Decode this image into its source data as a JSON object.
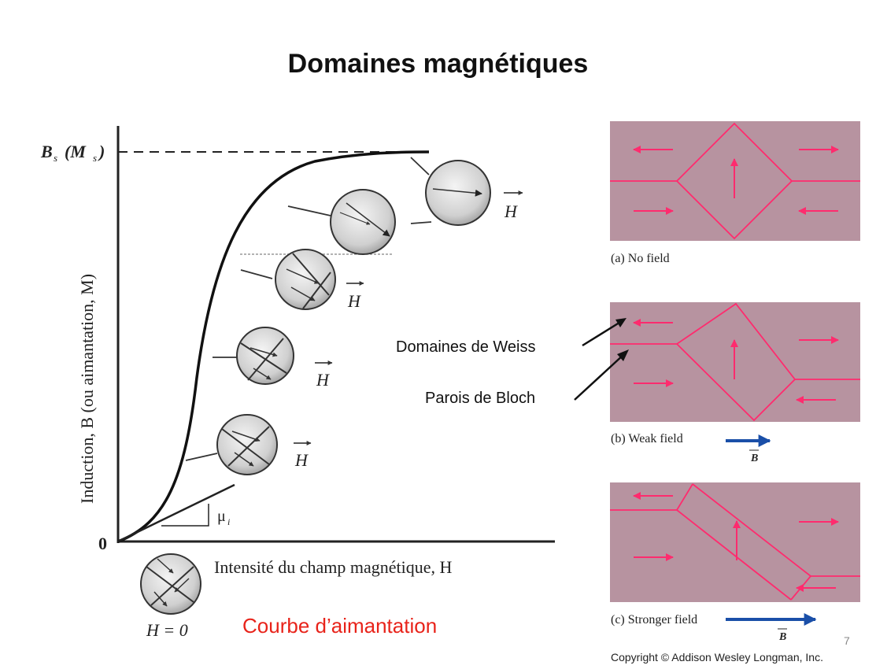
{
  "slide": {
    "title": "Domaines magnétiques",
    "page_number": "7"
  },
  "curve_figure": {
    "y_axis_label": "Induction, B (ou aimantation, M)",
    "y_top_label": "B",
    "y_top_label_sub": "s",
    "y_top_label_paren": "(M",
    "y_top_label_paren_sub": "s",
    "y_top_label_close": ")",
    "origin_label": "0",
    "x_axis_label": "Intensité du champ magnétique, H",
    "initial_permeability_label": "μ",
    "initial_permeability_sub": "i",
    "zero_field_label": "H = 0",
    "field_vector_label": "H",
    "caption": "Courbe d’aimantation",
    "caption_color": "#e8231a"
  },
  "domain_panels": {
    "panel_color": "#b793a0",
    "line_color": "#ff2b6e",
    "captions": [
      "(a) No field",
      "(b) Weak field",
      "(c) Stronger field"
    ],
    "field_label": "B",
    "field_arrow_color": "#1a4fa8",
    "copyright": "Copyright © Addison Wesley Longman, Inc."
  },
  "annotations": {
    "weiss": "Domaines de Weiss",
    "bloch": "Parois de Bloch"
  }
}
